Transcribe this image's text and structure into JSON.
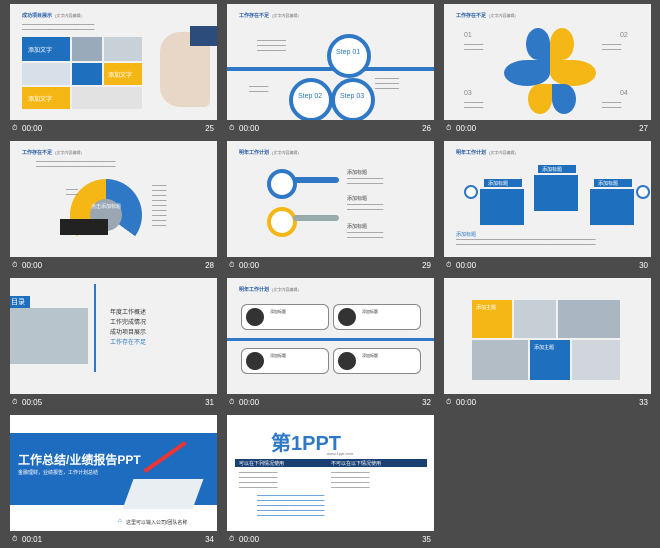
{
  "slides": [
    {
      "num": "25",
      "time": "00:00",
      "header": "成功项目展示",
      "sub": "(文字内容编辑)",
      "labels": [
        "添加文字",
        "添加文字",
        "添加文字"
      ]
    },
    {
      "num": "26",
      "time": "00:00",
      "header": "工作存在不足",
      "sub": "(文字内容编辑)",
      "steps": [
        "Step 01",
        "Step 02",
        "Step 03"
      ]
    },
    {
      "num": "27",
      "time": "00:00",
      "header": "工作存在不足",
      "sub": "(文字内容编辑)",
      "items": [
        "01",
        "02",
        "03",
        "04"
      ]
    },
    {
      "num": "28",
      "time": "00:00",
      "header": "工作存在不足",
      "sub": "(文字内容编辑)",
      "center": "点击添加标题"
    },
    {
      "num": "29",
      "time": "00:00",
      "header": "明年工作计划",
      "sub": "(文字内容编辑)",
      "titles": [
        "添加标题",
        "添加标题",
        "添加标题"
      ]
    },
    {
      "num": "30",
      "time": "00:00",
      "header": "明年工作计划",
      "sub": "(文字内容编辑)",
      "titles": [
        "添加标题",
        "添加标题",
        "添加标题"
      ],
      "bottom": "添加标题"
    },
    {
      "num": "31",
      "time": "00:05",
      "label": "目录",
      "menu": [
        "年度工作概述",
        "工作完成情况",
        "成功项目展示",
        "工作存在不足"
      ]
    },
    {
      "num": "32",
      "time": "00:00",
      "header": "明年工作计划",
      "sub": "(文字内容编辑)",
      "items": [
        "添加标题",
        "添加标题",
        "添加标题",
        "添加标题"
      ]
    },
    {
      "num": "33",
      "time": "00:00",
      "titles": [
        "添加主题",
        "添加主题"
      ]
    },
    {
      "num": "34",
      "time": "00:01",
      "title": "工作总结/业绩报告PPT",
      "subtitle": "金融理财，业绩报告，工作计划总结",
      "footer": "这里可以输入公司/团队名称"
    },
    {
      "num": "35",
      "time": "00:00",
      "brand": "第1PPT",
      "site": "www.1ppt.com",
      "left": "可以在下列情况使用",
      "right": "不可以在以下情况使用"
    }
  ],
  "colors": {
    "blue": "#1f6fbf",
    "yellow": "#f5b716",
    "gray": "#4b4b4b"
  }
}
